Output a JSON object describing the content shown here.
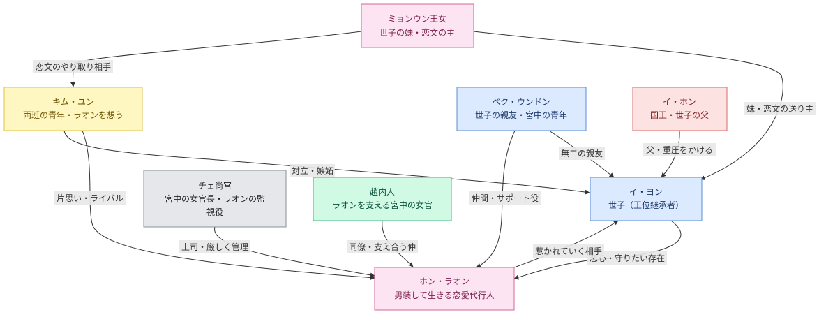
{
  "nodes": {
    "myeongeun": {
      "line1": "ミョンウン王女",
      "line2": "世子の妹・恋文の主",
      "fill": "#fde4f2",
      "stroke": "#d6649b",
      "color": "#7a1d4b"
    },
    "kim": {
      "line1": "キム・ユン",
      "line2": "両班の青年・ラオンを想う",
      "fill": "#fff7c2",
      "stroke": "#e3c24a",
      "color": "#6b5200"
    },
    "baek": {
      "line1": "ベク・ウンドン",
      "line2": "世子の親友・宮中の青年",
      "fill": "#dbeafe",
      "stroke": "#5b8fd6",
      "color": "#1e3a6b"
    },
    "ihon": {
      "line1": "イ・ホン",
      "line2": "国王・世子の父",
      "fill": "#fde2e2",
      "stroke": "#d96b6b",
      "color": "#7f1d1d"
    },
    "chae": {
      "line1": "チェ尚宮",
      "line2": "宮中の女官長・ラオンの監",
      "line3": "視役",
      "fill": "#e5e7eb",
      "stroke": "#8a8f98",
      "color": "#222222"
    },
    "jo": {
      "line1": "趙内人",
      "line2": "ラオンを支える宮中の女官",
      "fill": "#d1fae5",
      "stroke": "#43b58a",
      "color": "#064e3b"
    },
    "iyeong": {
      "line1": "イ・ヨン",
      "line2": "世子（王位継承者）",
      "fill": "#dbeafe",
      "stroke": "#5b8fd6",
      "color": "#1e3a6b"
    },
    "hon": {
      "line1": "ホン・ラオン",
      "line2": "男装して生きる恋愛代行人",
      "fill": "#fde4f2",
      "stroke": "#d6649b",
      "color": "#7a1d4b"
    }
  },
  "edges": {
    "myeongeun_kim": "恋文のやり取り相手",
    "myeongeun_iyeong": "妹・恋文の送り主",
    "kim_iyeong": "対立・嫉妬",
    "kim_hon": "片思い・ライバル",
    "baek_iyeong": "無二の親友",
    "baek_hon": "仲間・サポート役",
    "ihon_iyeong": "父・重圧をかける",
    "chae_hon": "上司・厳しく管理",
    "jo_hon": "同僚・支え合う仲",
    "iyeong_hon": "恋心・守りたい存在",
    "hon_iyeong": "惹かれていく相手"
  }
}
